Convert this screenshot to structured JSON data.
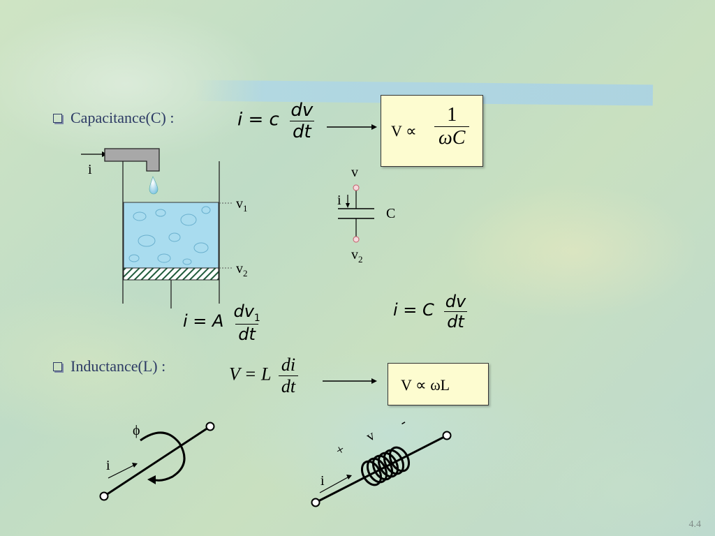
{
  "slide": {
    "page_number": "4.4"
  },
  "capacitance": {
    "heading": "Capacitance(C) :",
    "eq_main": {
      "lhs": "i = c",
      "num": "dv",
      "den": "dt"
    },
    "result": {
      "prefix": "V ∝",
      "num": "1",
      "den": "ωC"
    },
    "tank": {
      "current_label": "i",
      "level_top": "v",
      "level_top_sub": "1",
      "level_bottom": "v",
      "level_bottom_sub": "2"
    },
    "eq_tank": {
      "lhs": "i = A",
      "num": "dv",
      "num_sub": "1",
      "den": "dt"
    },
    "capacitor": {
      "top_label": "v",
      "current_label": "i",
      "element_label": "C",
      "bottom_label": "v",
      "bottom_sub": "2"
    },
    "eq_cap": {
      "lhs": "i = C",
      "num": "dv",
      "den": "dt"
    }
  },
  "inductance": {
    "heading": "Inductance(L) :",
    "eq_main": {
      "lhs": "V = L",
      "num": "di",
      "den": "dt"
    },
    "result": {
      "text": "V ∝ ωL"
    },
    "flux_diagram": {
      "flux_label": "ϕ",
      "current_label": "i"
    },
    "coil_diagram": {
      "plus": "+",
      "voltage": "v",
      "minus": "-",
      "current_label": "i"
    }
  },
  "colors": {
    "heading_text": "#2c3a64",
    "box_fill": "#fdfcd0",
    "water": "#a9dcef",
    "hatch": "#1e5a3a",
    "tap": "#a8a8a8"
  }
}
